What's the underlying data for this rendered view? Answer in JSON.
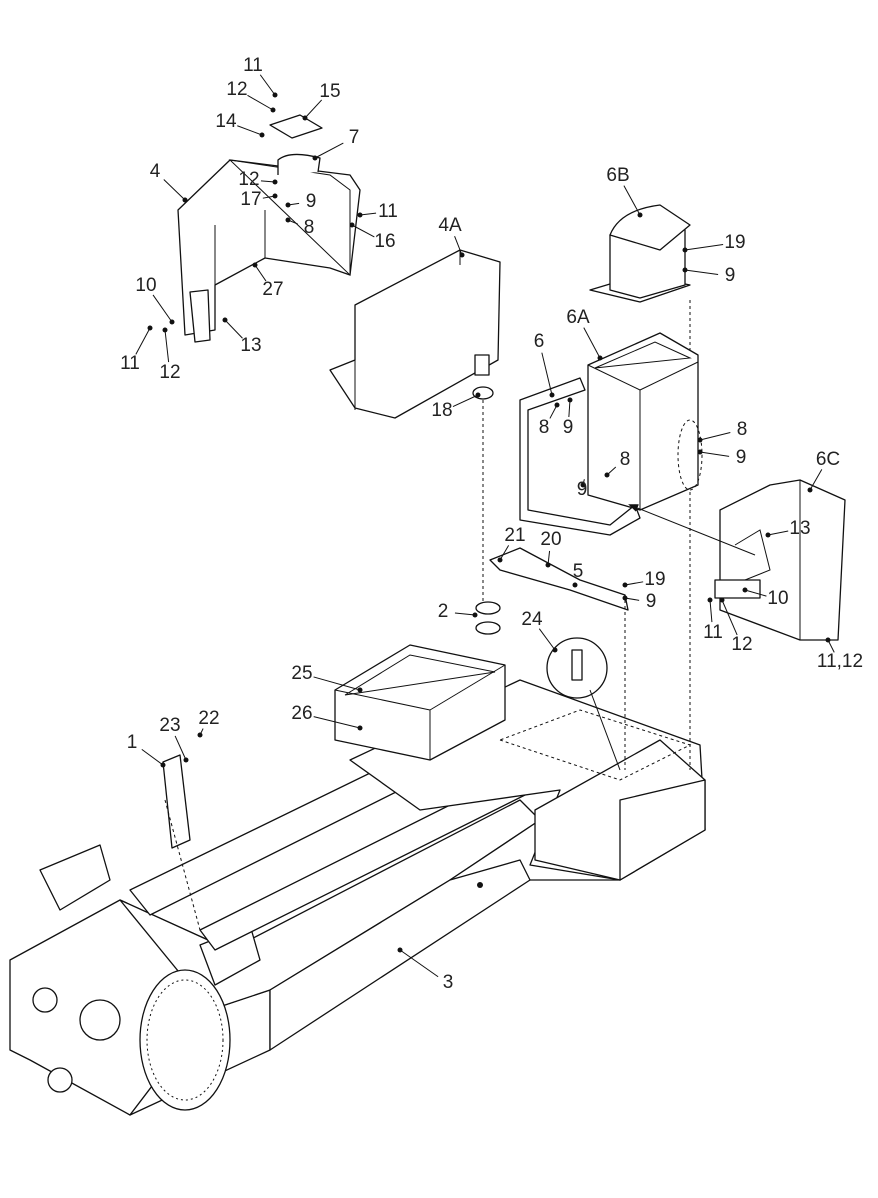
{
  "diagram": {
    "type": "exploded-parts-diagram",
    "callouts": [
      "11",
      "12",
      "15",
      "14",
      "7",
      "4",
      "12",
      "17",
      "9",
      "8",
      "11",
      "16",
      "27",
      "10",
      "13",
      "11",
      "12",
      "4A",
      "6B",
      "19",
      "9",
      "6A",
      "6",
      "8",
      "9",
      "18",
      "8",
      "9",
      "8",
      "9",
      "6C",
      "13",
      "21",
      "20",
      "5",
      "19",
      "9",
      "10",
      "11",
      "12",
      "11,12",
      "2",
      "24",
      "25",
      "26",
      "23",
      "22",
      "1",
      "3"
    ]
  }
}
